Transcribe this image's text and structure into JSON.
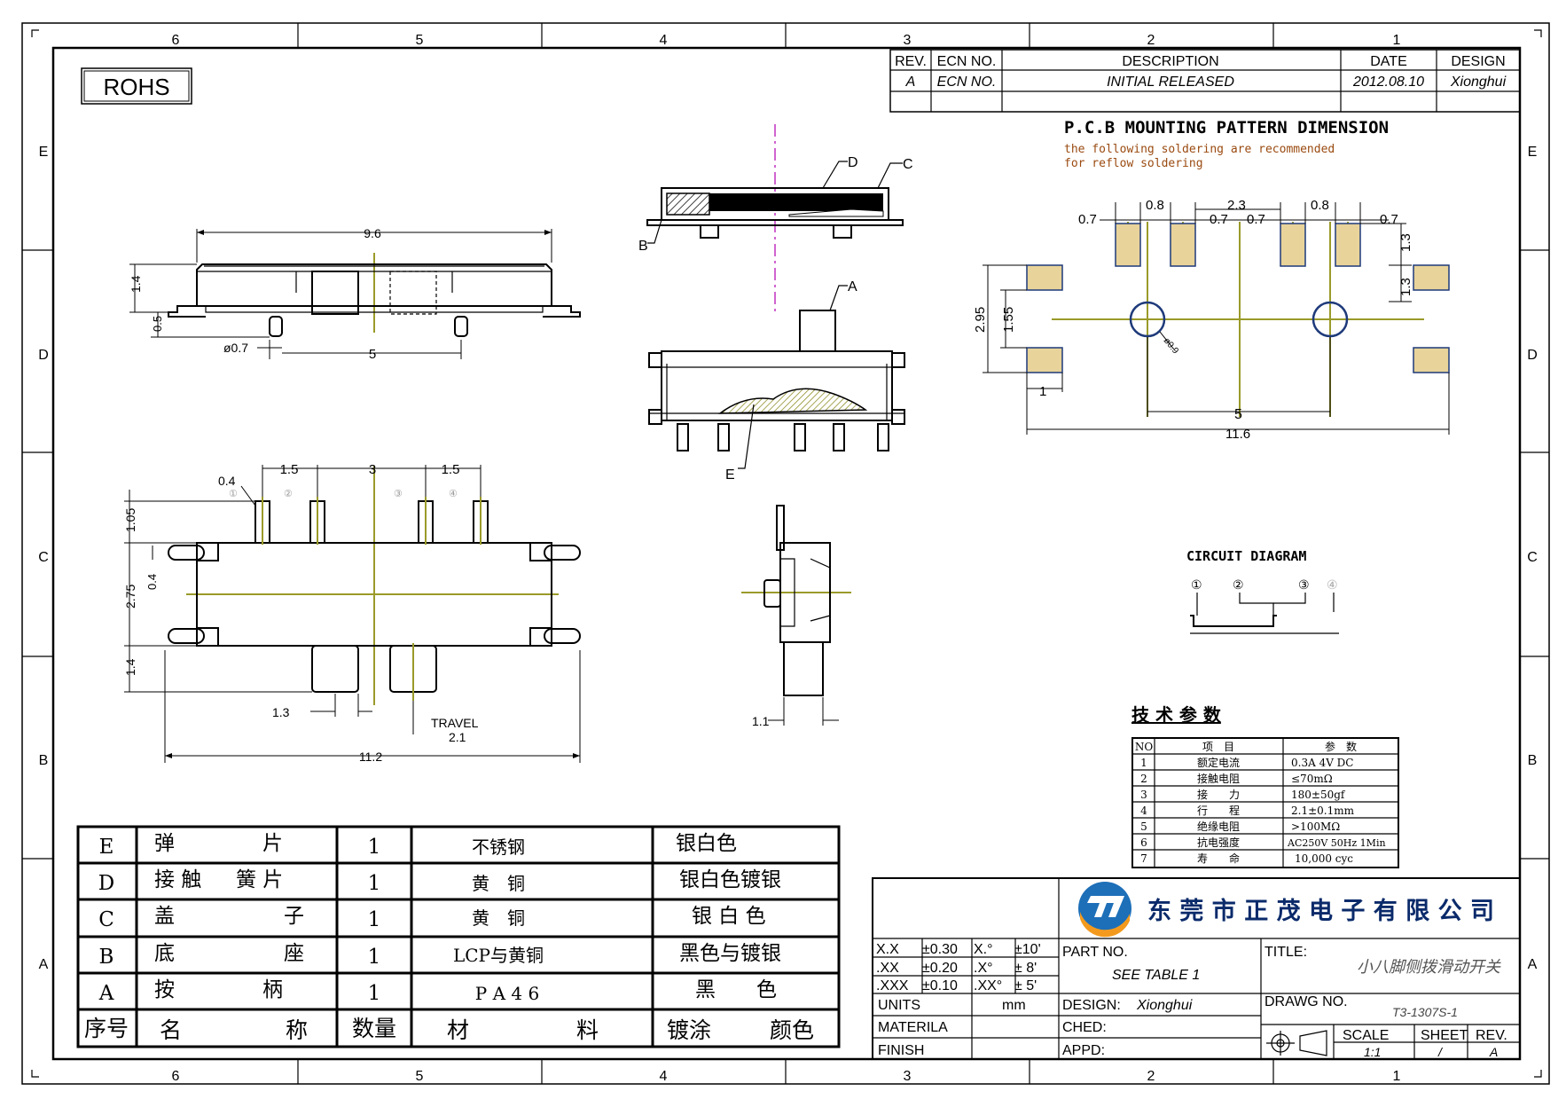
{
  "frame": {
    "col_labels": [
      "6",
      "5",
      "4",
      "3",
      "2",
      "1"
    ],
    "row_labels": [
      "E",
      "D",
      "C",
      "B",
      "A"
    ]
  },
  "rohs": "ROHS",
  "revision_table": {
    "headers": {
      "rev": "REV.",
      "ecn": "ECN NO.",
      "description": "DESCRIPTION",
      "date": "DATE",
      "design": "DESIGN"
    },
    "row": {
      "rev": "A",
      "ecn": "ECN NO.",
      "description": "INITIAL  RELEASED",
      "date": "2012.08.10",
      "design": "Xionghui"
    }
  },
  "pcb": {
    "title": "P.C.B MOUNTING PATTERN DIMENSION",
    "note_line1": "the following soldering are recommended",
    "note_line2": "for reflow soldering",
    "dims": {
      "d07a": "0.7",
      "d08a": "0.8",
      "d23": "2.3",
      "d07b": "0.7",
      "d07c": "0.7",
      "d08b": "0.8",
      "d07d": "0.7",
      "d13a": "1.3",
      "d13b": "1.3",
      "d295": "2.95",
      "d155": "1.55",
      "dhole": "ø0.9",
      "d1": "1",
      "d5": "5",
      "d116": "11.6"
    }
  },
  "side_view": {
    "d96": "9.6",
    "d14": "1.4",
    "d05": "0.5",
    "d07": "ø0.7",
    "d5": "5"
  },
  "top_view": {
    "d04": "0.4",
    "d15a": "1.5",
    "d3": "3",
    "d15b": "1.5",
    "d105": "1.05",
    "d275": "2.75",
    "d04b": "0.4",
    "d14": "1.4",
    "d13": "1.3",
    "travel": "TRAVEL",
    "travel_val": "2.1",
    "d112": "11.2",
    "pins": [
      "①",
      "②",
      "③",
      "④"
    ]
  },
  "section_labels": {
    "a": "A",
    "b": "B",
    "c": "C",
    "d": "D",
    "e": "E"
  },
  "end_view": {
    "d11": "1.1"
  },
  "circuit": {
    "title": "CIRCUIT DIAGRAM",
    "pins": [
      "①",
      "②",
      "③",
      "④"
    ]
  },
  "tech": {
    "title": "技 术 参 数",
    "headers": [
      "NO",
      "项　目",
      "参　数"
    ],
    "rows": [
      [
        "1",
        "额定电流",
        "0.3A  4V  DC"
      ],
      [
        "2",
        "接触电阻",
        "≤70mΩ"
      ],
      [
        "3",
        "接　　力",
        "180±50gf"
      ],
      [
        "4",
        "行　　程",
        "2.1±0.1mm"
      ],
      [
        "5",
        "绝缘电阻",
        ">100MΩ"
      ],
      [
        "6",
        "抗电强度",
        "AC250V  50Hz  1Min"
      ],
      [
        "7",
        "寿　　命",
        "10,000 cyc"
      ]
    ]
  },
  "bom": {
    "rows": [
      {
        "id": "E",
        "name_a": "弹",
        "name_b": "片",
        "qty": "1",
        "material": "不锈钢",
        "finish": "银白色"
      },
      {
        "id": "D",
        "name_a": "接 触",
        "name_b": "簧 片",
        "qty": "1",
        "material": "黄　铜",
        "finish": "银白色镀银"
      },
      {
        "id": "C",
        "name_a": "盖",
        "name_b": "子",
        "qty": "1",
        "material": "黄　铜",
        "finish": "银 白 色"
      },
      {
        "id": "B",
        "name_a": "底",
        "name_b": "座",
        "qty": "1",
        "material": "LCP与黄铜",
        "finish": "黑色与镀银"
      },
      {
        "id": "A",
        "name_a": "按",
        "name_b": "柄",
        "qty": "1",
        "material": "P A 4 6",
        "finish": "黑　　色"
      }
    ],
    "header": {
      "id": "序号",
      "name_a": "名",
      "name_b": "称",
      "qty": "数量",
      "material_a": "材",
      "material_b": "料",
      "finish_a": "镀涂",
      "finish_b": "颜色"
    }
  },
  "title_block": {
    "company": "东 莞 市 正 茂 电 子 有 限 公 司",
    "tol": [
      {
        "k1": "X.X",
        "v1": "±0.30",
        "k2": "X.°",
        "v2": "±10'"
      },
      {
        "k1": ".XX",
        "v1": "±0.20",
        "k2": ".X°",
        "v2": "±  8'"
      },
      {
        "k1": ".XXX",
        "v1": "±0.10",
        "k2": ".XX°",
        "v2": "±  5'"
      }
    ],
    "units_label": "UNITS",
    "units_val": "mm",
    "materila": "MATERILA",
    "finish": "FINISH",
    "part_no_label": "PART  NO.",
    "part_no_val": "SEE  TABLE  1",
    "design_label": "DESIGN:",
    "design_val": "Xionghui",
    "ched_label": "CHED:",
    "appd_label": "APPD:",
    "title_label": "TITLE:",
    "title_val": "小八脚侧拨滑动开关",
    "drawg_label": "DRAWG  NO.",
    "drawg_val": "T3-1307S-1",
    "scale_label": "SCALE",
    "scale_val": "1:1",
    "sheet_label": "SHEET",
    "sheet_val": "/",
    "rev_label": "REV.",
    "rev_val": "A"
  },
  "colors": {
    "centerline": "#9a9a2a",
    "pad_fill": "#e8d39a",
    "pad_stroke": "#1e3a7a",
    "logo_blue": "#1d6fb8",
    "logo_orange": "#f39a1e"
  }
}
